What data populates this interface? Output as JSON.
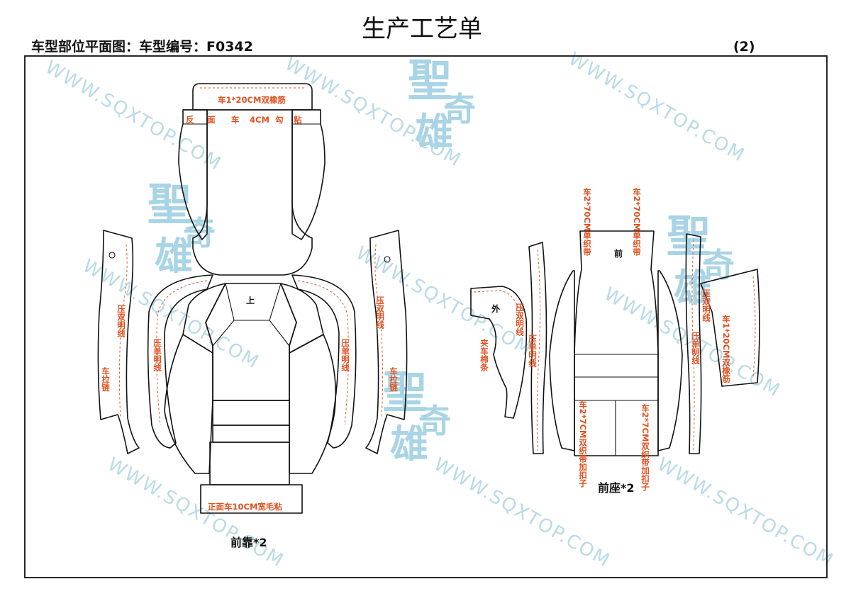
{
  "header": {
    "title": "生产工艺单",
    "model_label": "车型部位平面图：车型编号：F0342",
    "page_number": "(2)"
  },
  "watermark": {
    "url": "WWW.SQXTOP.COM",
    "logo_chars": [
      "聖",
      "奇",
      "雄"
    ]
  },
  "front_back": {
    "caption": "前靠*2",
    "top_band": "车1*20CM双橡筋",
    "top_stitch": [
      "反",
      "面",
      "车",
      "4CM",
      "勾",
      "粘"
    ],
    "center_label": "上",
    "bottom_band": "正面车10CM宽毛粘",
    "left_outer": [
      "压双明线",
      "车拉链"
    ],
    "left_inner": "压单明线",
    "right_inner": "压单明线",
    "right_outer": [
      "压双明线",
      "车拉链"
    ]
  },
  "front_seat": {
    "caption": "前座*2",
    "center_label": "前",
    "top_tapes": [
      "车2*70CM单织带",
      "车2*70CM单织带"
    ],
    "bottom_tapes": [
      "车2*7CM双织带加扣子",
      "车2*7CM双织带加扣子"
    ],
    "left_flap_label": "外",
    "left_flap_strip": "夹车棉条",
    "left_outer": "压双明线",
    "left_inner": "压单明线",
    "right_inner": "压单明线",
    "right_outer": "压双明线",
    "right_band": "车1*20CM双橡筋"
  }
}
